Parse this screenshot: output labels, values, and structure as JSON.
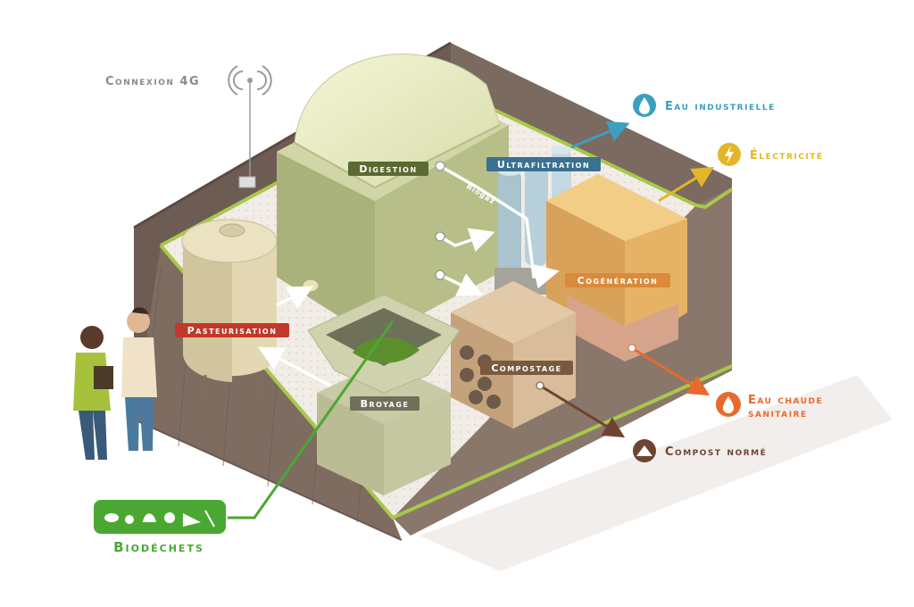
{
  "colors": {
    "green": "#4aa832",
    "water": "#3c9fc2",
    "elec": "#e3b62a",
    "hot": "#e8692e",
    "compost": "#6e4430",
    "gray": "#8a8a8a"
  },
  "antenna": {
    "label": "Connexion 4G"
  },
  "stages": {
    "digestion": "Digestion",
    "ultrafiltration": "Ultrafiltration",
    "biogaz": "Biogaz",
    "cogeneration": "Cogénération",
    "pasteurisation": "Pasteurisation",
    "compostage": "Compostage",
    "broyage": "Broyage"
  },
  "outputs": {
    "eau_industrielle": "Eau industrielle",
    "electricite": "Électricité",
    "eau_chaude_1": "Eau chaude",
    "eau_chaude_2": "sanitaire",
    "compost": "Compost normé"
  },
  "input": {
    "label": "Biodéchets"
  }
}
